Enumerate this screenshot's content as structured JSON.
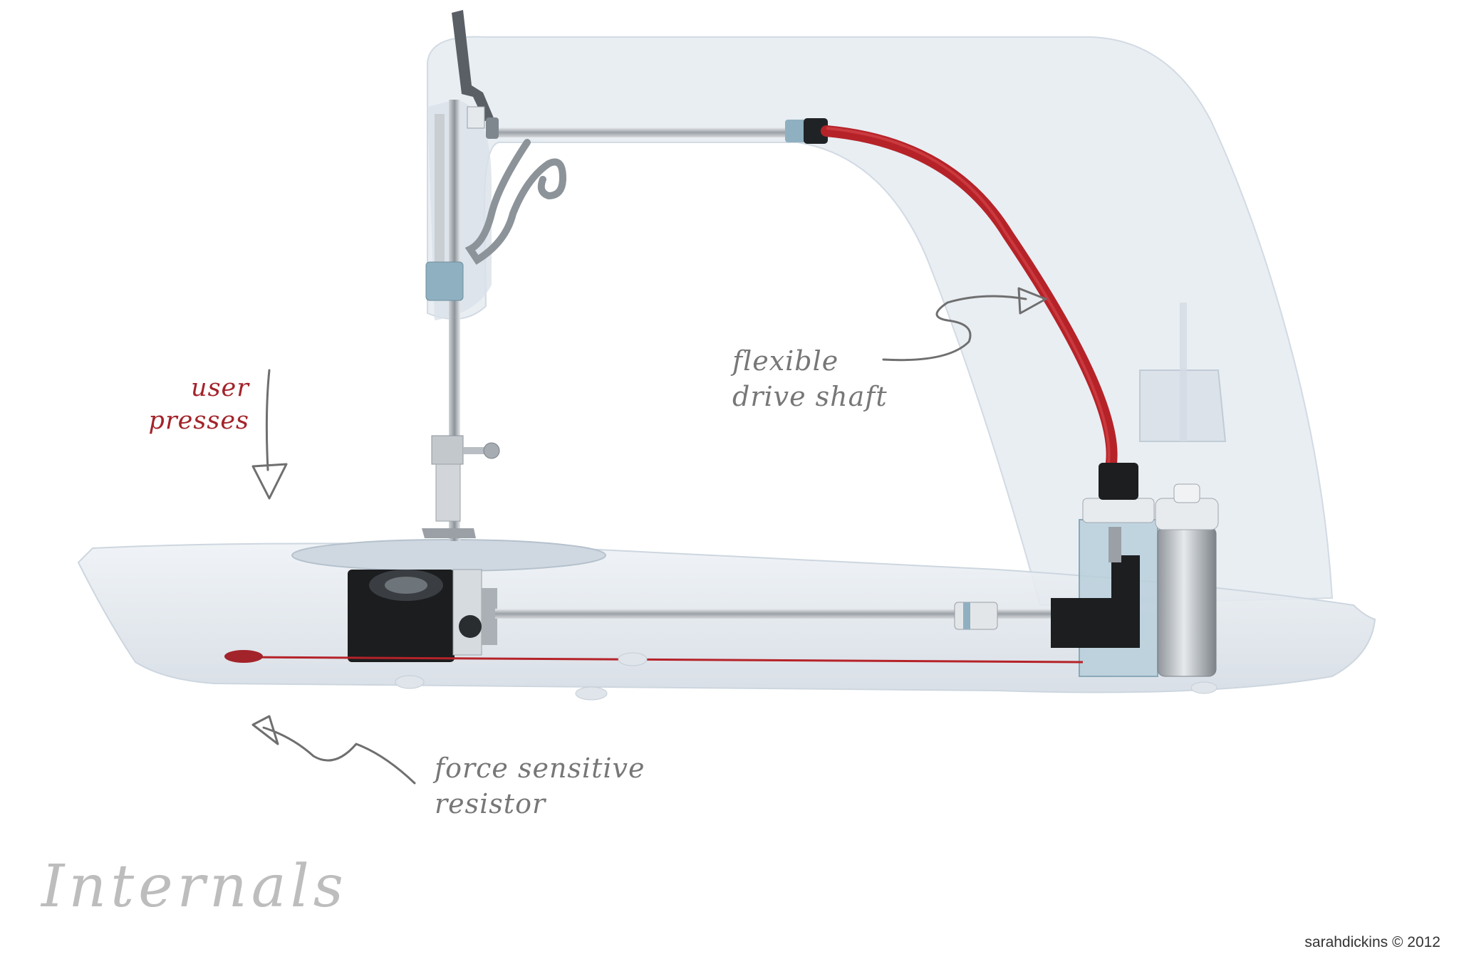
{
  "title": "Internals",
  "credit": "sarahdickins © 2012",
  "annotations": {
    "user_presses": [
      "user",
      "presses"
    ],
    "flexible_drive_shaft": [
      "flexible",
      "drive shaft"
    ],
    "force_sensitive_resistor": [
      "force sensitive",
      "resistor"
    ]
  },
  "colors": {
    "accent_red": "#a3232a",
    "shell": "#dfe6ee",
    "annotation": "#777777",
    "title": "#bdbdbd",
    "metal": "#b9bec4",
    "dark_part": "#1c1c1c"
  }
}
